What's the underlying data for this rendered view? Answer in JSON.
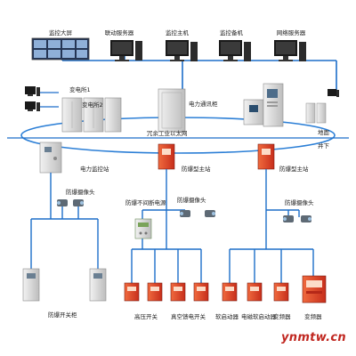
{
  "colors": {
    "bus_line": "#1d6ec9",
    "ring": "#2c7fd6",
    "device_red": "#e8452a",
    "device_gray": "#d8d8d8",
    "watermark": "#c0261f"
  },
  "top_devices": [
    {
      "label": "监控大屏",
      "icon": "video-wall-icon"
    },
    {
      "label": "联动服务器",
      "icon": "server-monitor-icon"
    },
    {
      "label": "监控主机",
      "icon": "desktop-pc-icon"
    },
    {
      "label": "监控备机",
      "icon": "desktop-pc-icon"
    },
    {
      "label": "网络服务器",
      "icon": "server-monitor-icon"
    }
  ],
  "network": {
    "ring_label": "冗余工业以太网",
    "ground_label": "地面",
    "underground_label": "井下"
  },
  "mid_nodes": {
    "substation1": "变电所1",
    "substation2": "变电所2",
    "comm_cabinet": "电力通讯柜",
    "power_monitor_station": "电力监控站",
    "ex_main_station_1": "防爆型主站",
    "ex_main_station_2": "防爆型主站"
  },
  "bottom": {
    "ex_camera_left": "防爆摄像头",
    "ex_camera_mid": "防爆摄像头",
    "ex_camera_right": "防爆摄像头",
    "ups": "防爆不间断电源",
    "ex_switch_cabinet": "防爆开关柜",
    "hv_switch": "高压开关",
    "vacuum_feeder": "真空馈电开关",
    "soft_starter": "软启动器",
    "em_soft_starter": "电磁软启动器",
    "inverter1": "变频器",
    "inverter2": "变频器"
  },
  "watermark": "ynmtw.cn"
}
